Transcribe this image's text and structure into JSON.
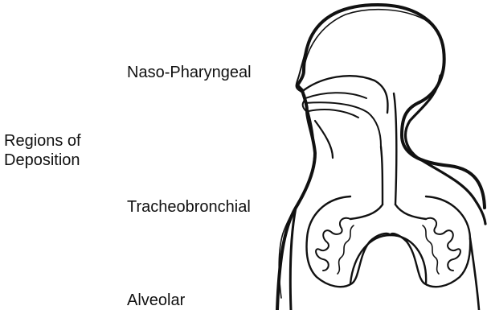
{
  "heading": {
    "line1": "Regions of",
    "line2": "Deposition"
  },
  "regions": [
    {
      "label": "Naso-Pharyngeal"
    },
    {
      "label": "Tracheobronchial"
    },
    {
      "label": "Alveolar"
    }
  ],
  "figure": {
    "subject": "human respiratory tract silhouette",
    "ink_color": "#111111"
  }
}
